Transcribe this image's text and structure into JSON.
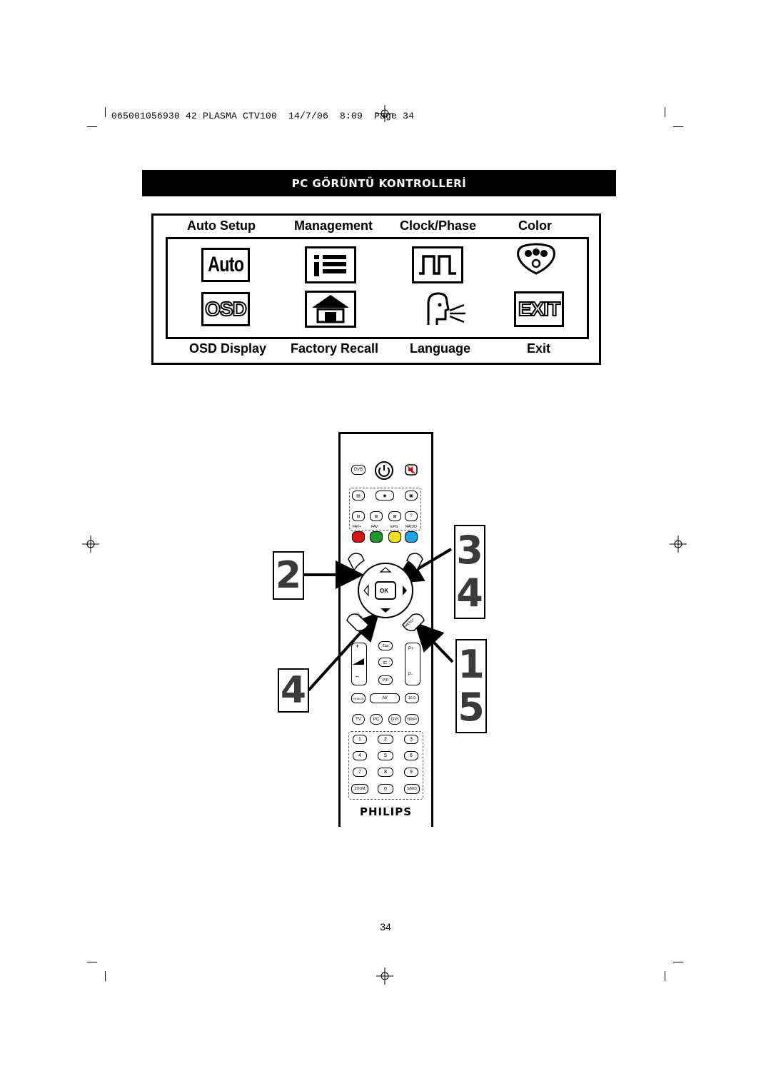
{
  "header": {
    "print_line": "065001056930 42 PLASMA CTV100  14/7/06  8:09  Page 34"
  },
  "section": {
    "title": "PC GÖRÜNTÜ KONTROLLERİ"
  },
  "osd_menu": {
    "top_labels": [
      "Auto  Setup",
      "Management",
      "Clock/Phase",
      "Color"
    ],
    "bottom_labels": [
      "OSD Display",
      "Factory Recall",
      "Language",
      "Exit"
    ],
    "icons": {
      "auto_text": "Auto",
      "osd_text": "OSD",
      "exit_text": "EXIT",
      "management_icon": "list-icon",
      "clock_icon": "square-wave-icon",
      "color_icon": "rgb-dots-icon",
      "factory_icon": "house-icon",
      "language_icon": "speaking-head-icon"
    }
  },
  "steps": {
    "left_top": "2",
    "left_bottom": "4",
    "right_top": [
      "3",
      "4"
    ],
    "right_bottom": [
      "1",
      "5"
    ]
  },
  "remote": {
    "brand": "PHILIPS",
    "top_left_label": "DVB",
    "color_row_labels": [
      "FAV+",
      "FAV-",
      "EPG",
      "RADIO"
    ],
    "ok_label": "OK",
    "left_diag_label": "DVB MENU",
    "right_diag_label": "MENU",
    "zap_label": "Zap",
    "pip_label": "PIP",
    "vol_plus": "+",
    "vol_minus": "–",
    "prog_plus": "P+",
    "prog_minus": "P-",
    "row_freeze": [
      "FREEZE",
      "AV",
      "16:9"
    ],
    "sources": [
      "TV",
      "PC",
      "DVI",
      "YPbPr"
    ],
    "digits": [
      "1",
      "2",
      "3",
      "4",
      "5",
      "6",
      "7",
      "8",
      "9"
    ],
    "bottom_row": [
      "ZOOM",
      "0",
      "S/M/D"
    ]
  },
  "footer": {
    "page_number": "34"
  }
}
